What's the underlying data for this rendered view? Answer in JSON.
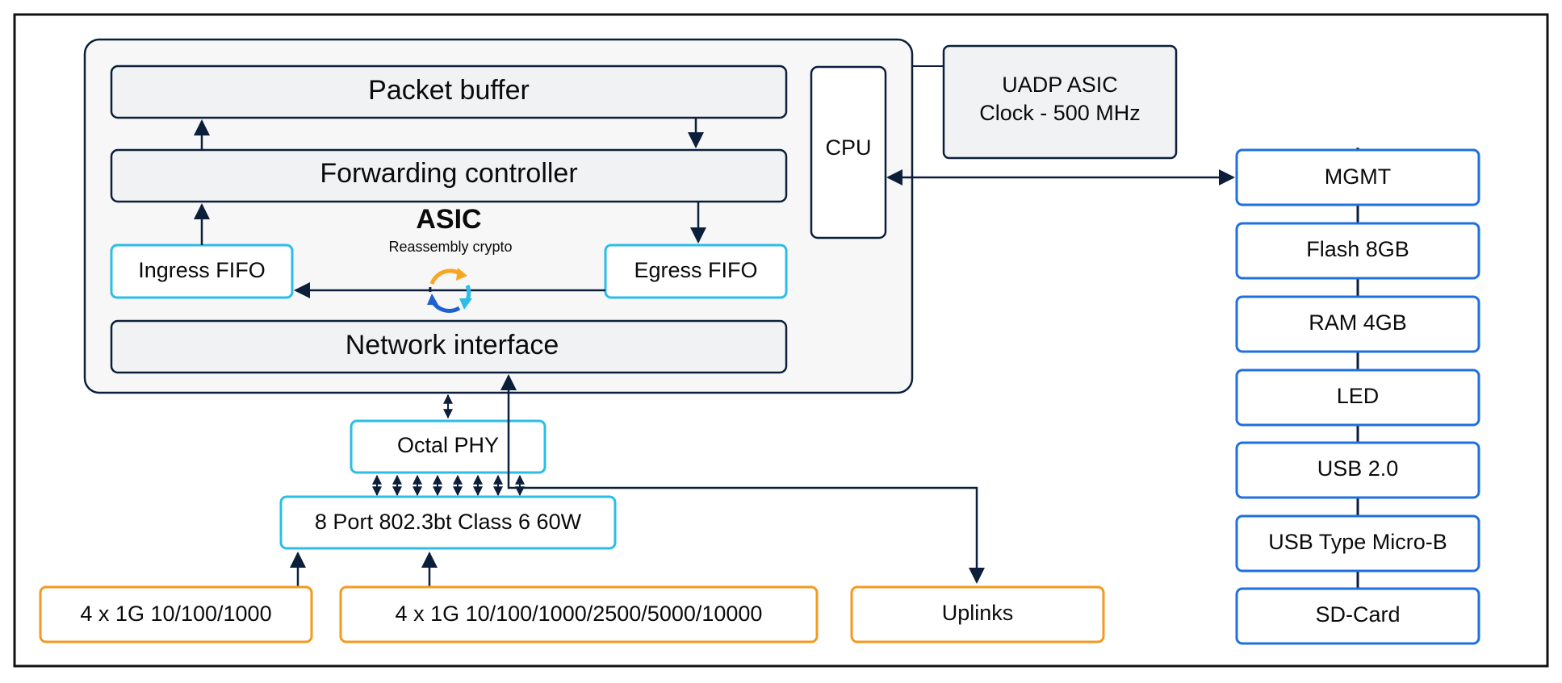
{
  "asic_block": {
    "packet_buffer": "Packet buffer",
    "forwarding_controller": "Forwarding controller",
    "asic_title": "ASIC",
    "asic_subtitle": "Reassembly crypto",
    "ingress_fifo": "Ingress FIFO",
    "egress_fifo": "Egress FIFO",
    "network_interface": "Network interface",
    "cpu": "CPU"
  },
  "uadp": {
    "line1": "UADP ASIC",
    "line2": "Clock - 500 MHz"
  },
  "phy": {
    "octal_phy": "Octal PHY",
    "poe": "8 Port 802.3bt Class 6 60W"
  },
  "ports": {
    "gig": "4 x 1G 10/100/1000",
    "multigig": "4 x 1G 10/100/1000/2500/5000/10000",
    "uplinks": "Uplinks"
  },
  "peripherals": [
    "MGMT",
    "Flash 8GB",
    "RAM 4GB",
    "LED",
    "USB 2.0",
    "USB Type Micro-B",
    "SD-Card"
  ],
  "colors": {
    "dark": "#0b1f3a",
    "cyan": "#2bbde8",
    "blue": "#1f6fe0",
    "orange": "#f39a1e",
    "panel_fill": "#f1f2f3",
    "asic_fill": "#f7f7f8",
    "crypto_orange": "#f5a623",
    "crypto_cyan": "#2bbde8",
    "crypto_blue": "#1f5fd0"
  },
  "icons": {
    "crypto": "reassembly-cycle-icon"
  }
}
